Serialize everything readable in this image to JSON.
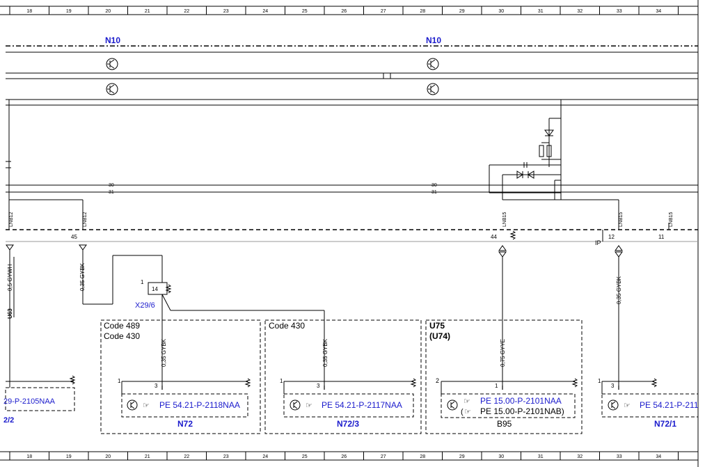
{
  "ruler": {
    "columns": [
      "18",
      "19",
      "20",
      "21",
      "22",
      "23",
      "24",
      "25",
      "26",
      "27",
      "28",
      "29",
      "30",
      "31",
      "32",
      "33",
      "34"
    ]
  },
  "modules": {
    "left": "N10",
    "right": "N10"
  },
  "buses": {
    "line_a": "30",
    "line_b": "31"
  },
  "connectors": {
    "c1": "LNB12",
    "c2": "LNB12",
    "c3": "LNB15",
    "c4": "LNB15",
    "c5": "LNB15"
  },
  "pins": {
    "p45": "45",
    "p44": "44",
    "p12": "12",
    "p11": "11",
    "ip": "IP",
    "x29_pin": "14",
    "x29_one": "1",
    "n72_1": "1",
    "n72_3": "3",
    "n723_1": "1",
    "n723_3": "3",
    "b95_2": "2",
    "b95_1": "1",
    "n721_1": "1",
    "n721_3": "3"
  },
  "wires": {
    "w1": "0,5 GYWH",
    "w2": "0,35 GYBK",
    "w3": "0,35 GYBK",
    "w4": "0,35 GYBK",
    "w5": "0,75 GYYE",
    "w6": "0,35 GYBK"
  },
  "splice": "U63",
  "x29": "X29/6",
  "codes": {
    "box1_a": "Code 489",
    "box1_b": "Code 430",
    "box2_a": "Code 430",
    "box3_a": "U75",
    "box3_b": "(U74)"
  },
  "refs": {
    "left_partial": "29-P-2105NAA",
    "left_partial_label": "2/2",
    "n72": "PE 54.21-P-2118NAA",
    "n723": "PE 54.21-P-2117NAA",
    "b95_a": "PE 15.00-P-2101NAA",
    "b95_b": "PE 15.00-P-2101NAB)",
    "n721": "PE 54.21-P-211"
  },
  "components": {
    "n72": "N72",
    "n723": "N72/3",
    "b95": "B95",
    "n721": "N72/1"
  }
}
